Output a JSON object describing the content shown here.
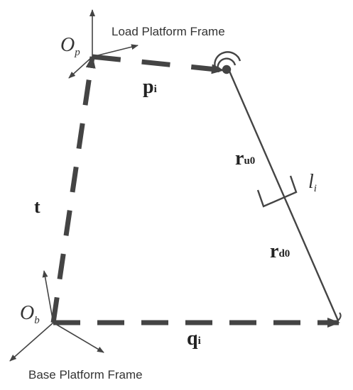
{
  "labels": {
    "load_frame": "Load Platform Frame",
    "base_frame": "Base Platform Frame",
    "op_main": "O",
    "op_sub": "p",
    "ob_main": "O",
    "ob_sub": "b",
    "pi_main": "p",
    "pi_sub": "i",
    "t": "t",
    "qi_main": "q",
    "qi_sub": "i",
    "ru0_main": "r",
    "ru0_sub": "u0",
    "rd0_main": "r",
    "rd0_sub": "d0",
    "li_main": "l",
    "li_sub": "i"
  },
  "colors": {
    "stroke": "#444444",
    "text": "#333333"
  }
}
